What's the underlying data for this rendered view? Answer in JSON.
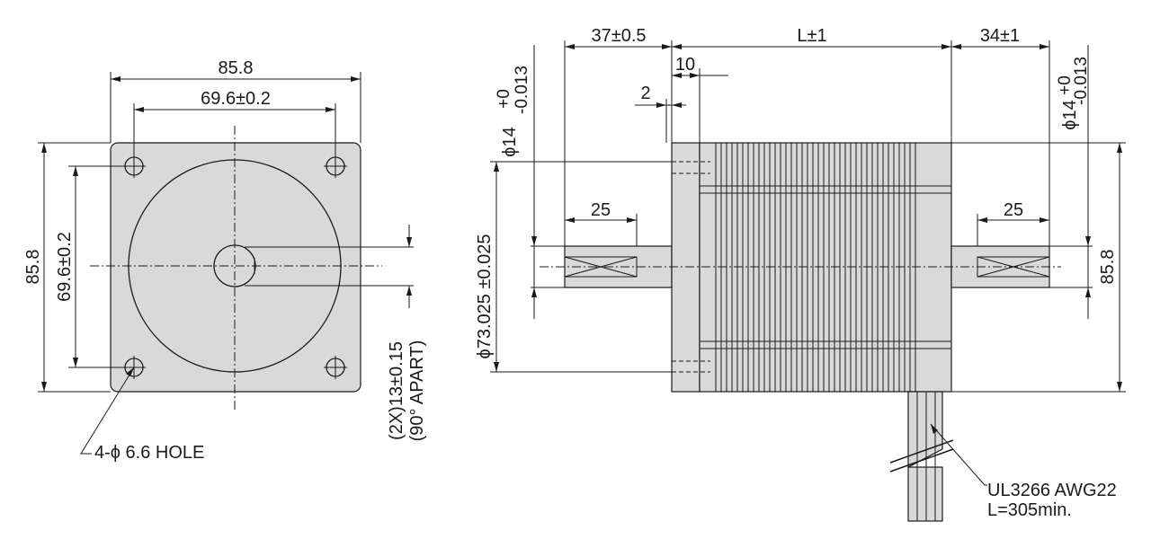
{
  "front_view": {
    "overall_width": "85.8",
    "hole_pitch_width": "69.6±0.2",
    "overall_height": "85.8",
    "hole_pitch_height": "69.6±0.2",
    "hole_note": "4-ϕ 6.6 HOLE",
    "flat_note_line1": "(2X)13±0.15",
    "flat_note_line2": "(90° APART)"
  },
  "side_view": {
    "front_shaft_length": "37±0.5",
    "body_length": "L±1",
    "rear_shaft_length": "34±1",
    "flange_thickness": "10",
    "flange_step": "2",
    "front_shaft_dia": "ϕ14",
    "front_shaft_tol_upper": "+0",
    "front_shaft_tol_lower": "-0.013",
    "rear_shaft_dia": "ϕ14",
    "rear_shaft_tol_upper": "+0",
    "rear_shaft_tol_lower": "-0.013",
    "front_key_length": "25",
    "rear_key_length": "25",
    "pilot_dia": "ϕ73.025 ±0.025",
    "body_height": "85.8",
    "cable_line1": "UL3266 AWG22",
    "cable_line2": "L=305min."
  }
}
